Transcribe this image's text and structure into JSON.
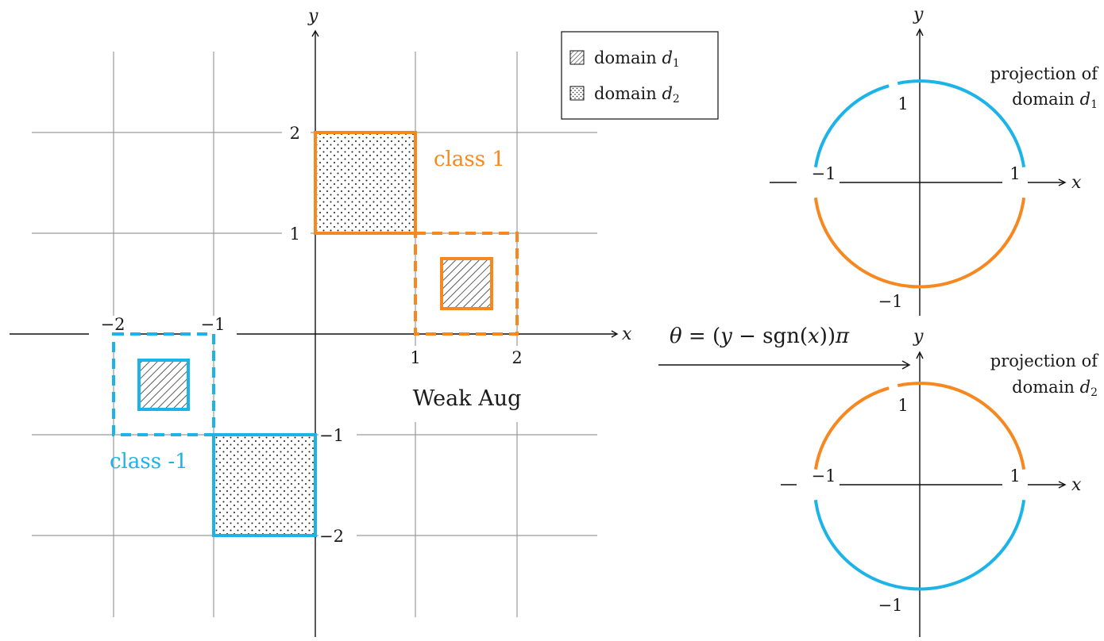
{
  "colors": {
    "class_pos": "#F7871F",
    "class_neg": "#1CB4E8",
    "grid": "#9a9a9a",
    "axis": "#111111"
  },
  "legend": {
    "d1_label": "domain",
    "d1_sub": "1",
    "d2_label": "domain",
    "d2_sub": "2",
    "var": "d"
  },
  "plane": {
    "x_axis_label": "x",
    "y_axis_label": "y",
    "ticks": {
      "x_neg2": "−2",
      "x_neg1": "−1",
      "x_1": "1",
      "x_2": "2",
      "y_2": "2",
      "y_1": "1",
      "y_neg1": "−1",
      "y_neg2": "−2"
    },
    "class_pos_label": "class 1",
    "class_neg_label": "class -1",
    "weak_aug_label": "Weak Aug"
  },
  "mapping": {
    "theta": "θ",
    "eq": " = (",
    "y": "y",
    "minus": " − sgn(",
    "x": "x",
    "close": "))",
    "pi": "π"
  },
  "circles": [
    {
      "title_line1": "projection of",
      "title_line2": "domain",
      "sub": "1",
      "x_label": "x",
      "y_label": "y",
      "tick_top": "1",
      "tick_bottom": "−1",
      "tick_left": "−1",
      "tick_right": "1"
    },
    {
      "title_line1": "projection of",
      "title_line2": "domain",
      "sub": "2",
      "x_label": "x",
      "y_label": "y",
      "tick_top": "1",
      "tick_bottom": "−1",
      "tick_left": "−1",
      "tick_right": "1"
    }
  ]
}
